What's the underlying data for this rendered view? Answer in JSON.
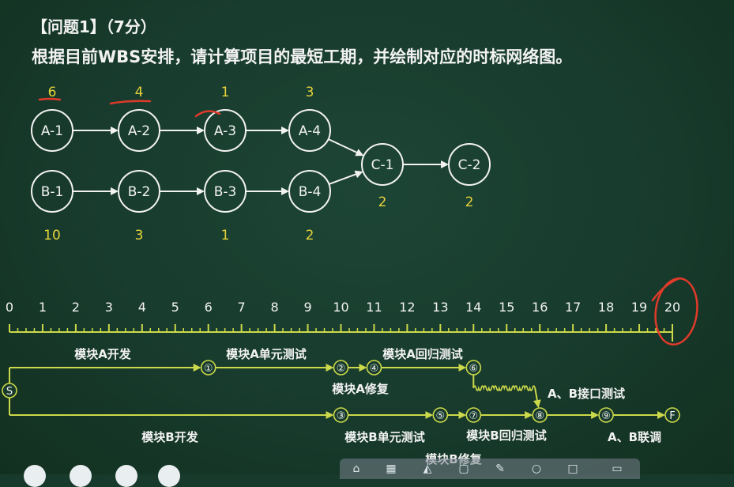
{
  "header": {
    "title": "【问题1】（7分）",
    "subtitle": "根据目前WBS安排，请计算项目的最短工期，并绘制对应的时标网络图。"
  },
  "colors": {
    "background": "#173a2c",
    "text": "#f2f2f2",
    "duration": "#e6d23a",
    "timeline": "#ccd94a",
    "annotation": "#e03a2a"
  },
  "network": {
    "nodes": [
      {
        "id": "A-1",
        "label": "A-1",
        "duration": "6"
      },
      {
        "id": "A-2",
        "label": "A-2",
        "duration": "4"
      },
      {
        "id": "A-3",
        "label": "A-3",
        "duration": "1"
      },
      {
        "id": "A-4",
        "label": "A-4",
        "duration": "3"
      },
      {
        "id": "B-1",
        "label": "B-1",
        "duration": "10"
      },
      {
        "id": "B-2",
        "label": "B-2",
        "duration": "3"
      },
      {
        "id": "B-3",
        "label": "B-3",
        "duration": "1"
      },
      {
        "id": "B-4",
        "label": "B-4",
        "duration": "2"
      },
      {
        "id": "C-1",
        "label": "C-1",
        "duration": "2"
      },
      {
        "id": "C-2",
        "label": "C-2",
        "duration": "2"
      }
    ],
    "edges": [
      [
        "A-1",
        "A-2"
      ],
      [
        "A-2",
        "A-3"
      ],
      [
        "A-3",
        "A-4"
      ],
      [
        "A-4",
        "C-1"
      ],
      [
        "B-1",
        "B-2"
      ],
      [
        "B-2",
        "B-3"
      ],
      [
        "B-3",
        "B-4"
      ],
      [
        "B-4",
        "C-1"
      ],
      [
        "C-1",
        "C-2"
      ]
    ]
  },
  "timescale": {
    "ticks": [
      "0",
      "1",
      "2",
      "3",
      "4",
      "5",
      "6",
      "7",
      "8",
      "9",
      "10",
      "11",
      "12",
      "13",
      "14",
      "15",
      "16",
      "17",
      "18",
      "19",
      "20"
    ]
  },
  "timeline": {
    "nodes": [
      {
        "label": "S",
        "t": 0
      },
      {
        "label": "①",
        "t": 6
      },
      {
        "label": "②",
        "t": 10
      },
      {
        "label": "④",
        "t": 11
      },
      {
        "label": "⑥",
        "t": 14
      },
      {
        "label": "③",
        "t": 10
      },
      {
        "label": "⑤",
        "t": 13
      },
      {
        "label": "⑦",
        "t": 14
      },
      {
        "label": "⑧",
        "t": 16
      },
      {
        "label": "⑨",
        "t": 18
      },
      {
        "label": "F",
        "t": 20
      }
    ],
    "activities": [
      {
        "label": "模块A开发"
      },
      {
        "label": "模块A单元测试"
      },
      {
        "label": "模块A回归测试"
      },
      {
        "label": "模块A修复"
      },
      {
        "label": "A、B接口测试"
      },
      {
        "label": "模块B开发"
      },
      {
        "label": "模块B单元测试"
      },
      {
        "label": "模块B回归测试"
      },
      {
        "label": "A、B联调"
      },
      {
        "label": "模块B修复"
      }
    ]
  },
  "toolbar": {
    "icons": [
      "home-icon",
      "grid-icon",
      "shape-icon",
      "square-icon",
      "pen-icon",
      "circle-icon",
      "square-icon-2",
      "page-icon"
    ]
  }
}
